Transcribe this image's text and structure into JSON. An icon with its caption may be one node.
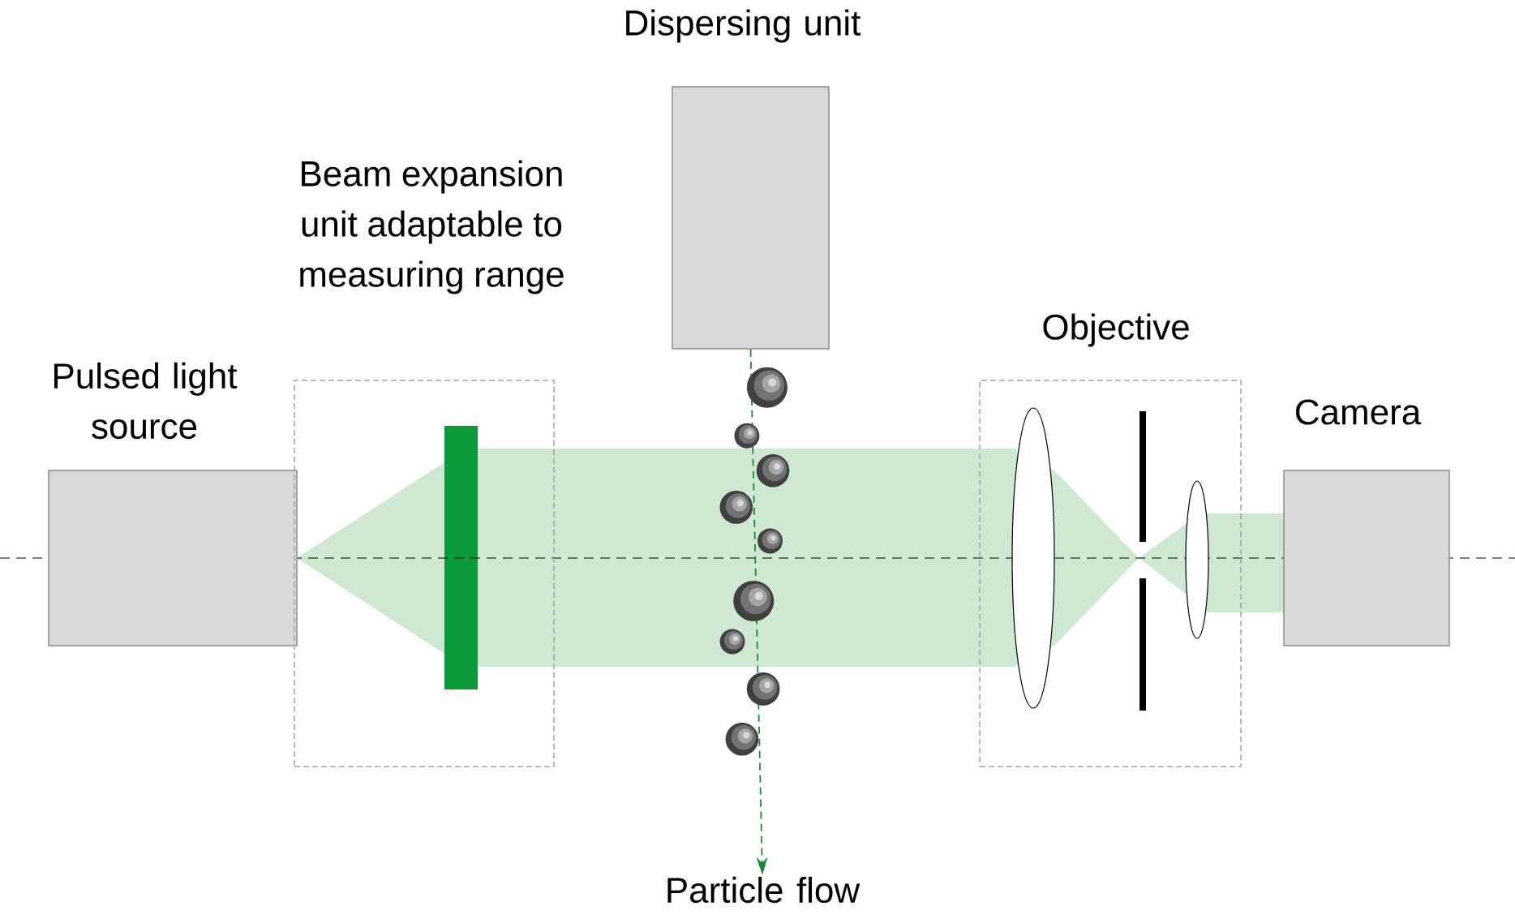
{
  "diagram": {
    "nodes": [
      {
        "text": [
          "Pulsed light source"
        ]
      },
      {
        "text": [
          "Beam expansion unit adaptable to measuring range"
        ]
      },
      {
        "text": [
          "Dispersing unit"
        ]
      },
      {
        "text": [
          "Objective"
        ]
      },
      {
        "text": [
          "Camera"
        ]
      },
      {
        "text": [
          "Particle flow"
        ]
      }
    ],
    "edges": [
      {
        "from": 2,
        "to": 5,
        "arrow": "to",
        "style": "dashed",
        "color": "#1a8a3a"
      }
    ]
  }
}
